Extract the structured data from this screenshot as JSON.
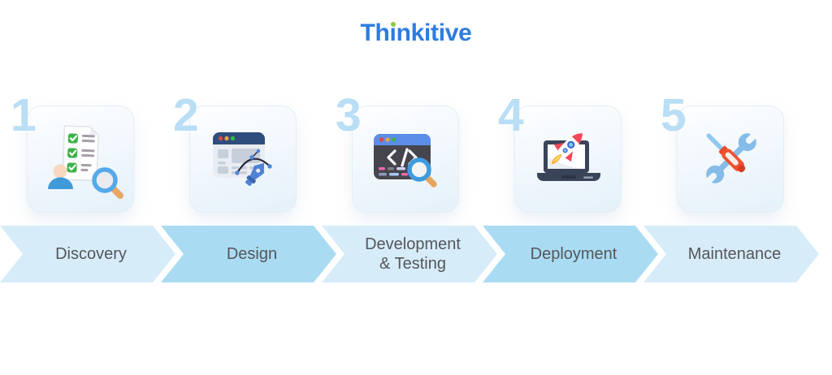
{
  "logo": {
    "text": "Thinkitive",
    "pre": "Th",
    "dotless_i": "ı",
    "post": "nkitive"
  },
  "colors": {
    "logo_blue": "#2e7ce0",
    "logo_green": "#8cc63e",
    "chevron_light": "#d6ecf9",
    "chevron_dark": "#a9dcf3",
    "band_label": "#55565a",
    "step_number": "#b9def5"
  },
  "steps": [
    {
      "number": "1",
      "label": "Discovery",
      "label_line1": "Discovery",
      "label_line2": "",
      "icon": "checklist-magnifier-icon"
    },
    {
      "number": "2",
      "label": "Design",
      "label_line1": "Design",
      "label_line2": "",
      "icon": "browser-pen-tool-icon"
    },
    {
      "number": "3",
      "label": "Development & Testing",
      "label_line1": "Development",
      "label_line2": "& Testing",
      "icon": "code-window-magnifier-icon"
    },
    {
      "number": "4",
      "label": "Deployment",
      "label_line1": "Deployment",
      "label_line2": "",
      "icon": "laptop-rocket-icon"
    },
    {
      "number": "5",
      "label": "Maintenance",
      "label_line1": "Maintenance",
      "label_line2": "",
      "icon": "wrench-screwdriver-icon"
    }
  ]
}
